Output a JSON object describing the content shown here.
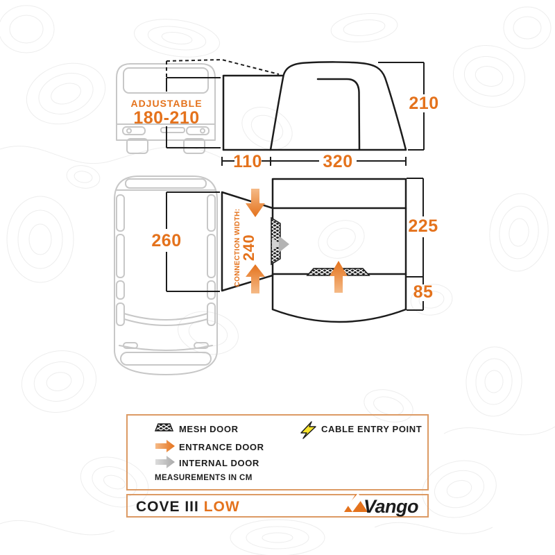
{
  "side_view": {
    "adjustable_label": "ADJUSTABLE",
    "adjustable_range": "180-210",
    "height_cm": "210",
    "tunnel_depth_cm": "110",
    "body_width_cm": "320"
  },
  "top_view": {
    "van_connection_length_cm": "260",
    "connection_width_label": "CONNECTION WIDTH:",
    "connection_width_cm": "240",
    "main_room_depth_cm": "225",
    "canopy_depth_cm": "85"
  },
  "legend": {
    "mesh_door_label": "MESH DOOR",
    "entrance_door_label": "ENTRANCE DOOR",
    "internal_door_label": "INTERNAL DOOR",
    "measurements_note": "MEASUREMENTS IN CM",
    "cable_entry_label": "CABLE ENTRY POINT"
  },
  "footer": {
    "product_name": "COVE III ",
    "product_variant": "LOW",
    "brand_name": "Vango"
  },
  "icons": {
    "mesh_door_icon": "black-strip-white-diamond-mesh",
    "entrance_door_icon": "orange-gradient-right-arrow",
    "internal_door_icon": "gray-gradient-right-arrow",
    "cable_entry_icon": "yellow-lightning-bolt",
    "brand_logo_icon": "orange-mountain-triangle"
  },
  "colors": {
    "accent_orange": "#E4721C",
    "accent_orange_light": "#F5BA87",
    "outline_dark": "#1C1C1C",
    "van_outline_gray": "#C7C7C7",
    "internal_arrow_gray": "#B3B3B3",
    "legend_border_orange": "#DC9A64",
    "cable_bolt_yellow": "#F8E42B",
    "topo_line_gray": "#EDEDED"
  }
}
